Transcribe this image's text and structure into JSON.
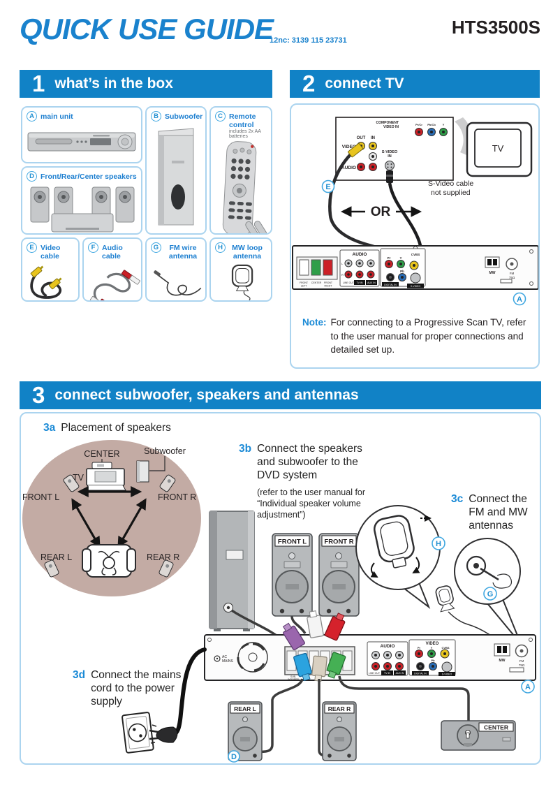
{
  "colors": {
    "accent_blue": "#1182c6",
    "title_blue": "#1a82cd",
    "label_blue": "#1d7fd0",
    "callout_blue": "#1f8fd1",
    "box_border": "#abd4ef",
    "placement_ellipse": "#c3aba4",
    "jack_red": "#cc2027",
    "jack_green": "#2f9e49",
    "jack_yellow": "#e8c41e",
    "jack_blue": "#2a6db5"
  },
  "header": {
    "title": "QUICK USE GUIDE",
    "code": "12nc: 3139 115 23731",
    "model": "HTS3500S"
  },
  "s1": {
    "num": "1",
    "title": "what’s in the box",
    "items": [
      {
        "letter": "A",
        "label": "main unit"
      },
      {
        "letter": "B",
        "label": "Subwoofer"
      },
      {
        "letter": "C",
        "label": "Remote control",
        "note": "includes 2x AA batteries"
      },
      {
        "letter": "D",
        "label": "Front/Rear/Center speakers"
      },
      {
        "letter": "E",
        "label": "Video cable"
      },
      {
        "letter": "F",
        "label": "Audio cable"
      },
      {
        "letter": "G",
        "label": "FM wire antenna"
      },
      {
        "letter": "H",
        "label": "MW loop antenna"
      }
    ]
  },
  "s2": {
    "num": "2",
    "title": "connect TV",
    "tv_panel": {
      "component_l1": "COMPONENT",
      "component_l2": "VIDEO IN",
      "prcr": "Pr/Cr",
      "pbcb": "Pb/Cb",
      "y": "Y",
      "out": "OUT",
      "in": "IN",
      "video": "VIDEO",
      "audio": "AUDIO",
      "svideo": "S-VIDEO",
      "svideo_in": "IN"
    },
    "tv_label": "TV",
    "svideo_note1": "S-Video cable",
    "svideo_note2": "not supplied",
    "or": "OR",
    "callout_e": "E",
    "callout_a": "A",
    "note_label": "Note:",
    "note_text": "For connecting to a Progressive Scan TV, refer to the user manual for proper connections and detailed set up."
  },
  "panel": {
    "audio": "AUDIO",
    "video": "VIDEO",
    "l": "L",
    "r": "R",
    "line_out": "LINE OUT",
    "tv_in": "TV IN",
    "aux_in": "AUX IN",
    "pr": "Pr",
    "y": "Y",
    "cvbs": "CVBS",
    "pb": "Pb",
    "digital_in": "DIGITAL IN",
    "s_video": "S-VIDEO",
    "mw": "MW",
    "fm": "FM",
    "ohm": "75Ω",
    "front": "FRONT",
    "left": "LEFT",
    "center": "CENTER",
    "right": "RIGHT",
    "ac": "AC",
    "mains": "MAINS",
    "sub": "SUB-",
    "woofer": "WOOFER"
  },
  "s3": {
    "num": "3",
    "title": "connect subwoofer, speakers and antennas",
    "a_num": "3a",
    "a_text": "Placement of speakers",
    "place": {
      "center": "CENTER",
      "subwoofer": "Subwoofer",
      "tv": "TV",
      "front_l": "FRONT L",
      "front_r": "FRONT R",
      "rear_l": "REAR L",
      "rear_r": "REAR R"
    },
    "b_num": "3b",
    "b_text": "Connect the speakers and subwoofer to the DVD system",
    "b_note": "(refer to the user manual for “Individual speaker volume adjustment”)",
    "c_num": "3c",
    "c_text": "Connect the FM and MW antennas",
    "d_num": "3d",
    "d_text": "Connect the mains cord to the power supply",
    "front_l": "FRONT L",
    "front_r": "FRONT R",
    "rear_l": "REAR L",
    "rear_r": "REAR R",
    "center": "CENTER",
    "callout_h": "H",
    "callout_g": "G",
    "callout_a": "A",
    "callout_d": "D"
  }
}
